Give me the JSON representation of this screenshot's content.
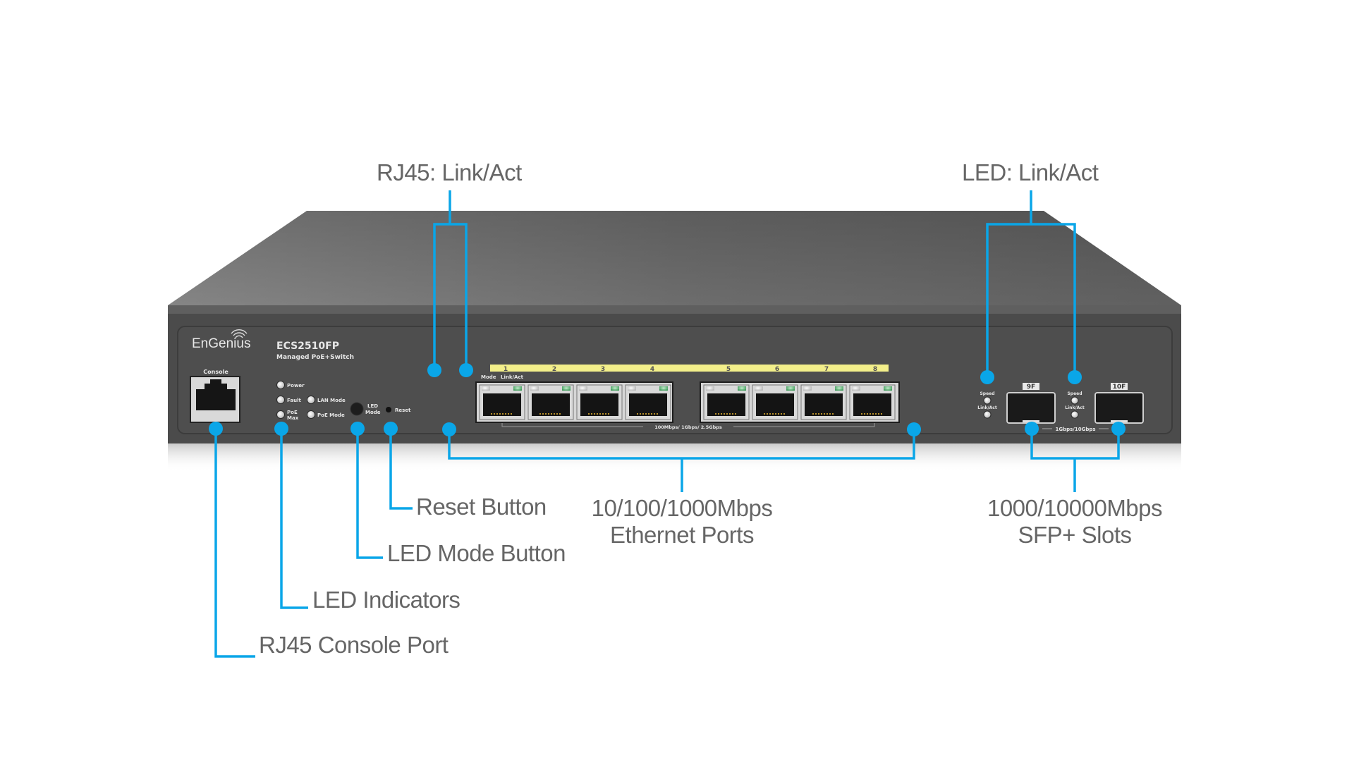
{
  "device": {
    "brand": "EnGenius",
    "model": "ECS2510FP",
    "subtitle": "Managed PoE+Switch",
    "console_label": "Console",
    "leds": {
      "power": "Power",
      "fault": "Fault",
      "poe_max_line1": "PoE",
      "poe_max_line2": "Max",
      "lan_mode": "LAN Mode",
      "poe_mode": "PoE Mode"
    },
    "led_mode_button_line1": "LED",
    "led_mode_button_line2": "Mode",
    "reset_label": "Reset",
    "port_header_mode": "Mode",
    "port_header_linkact": "Link/Act",
    "port_numbers": [
      "1",
      "2",
      "3",
      "4",
      "5",
      "6",
      "7",
      "8"
    ],
    "rj45_speed_label": "100Mbps/ 1Gbps/ 2.5Gbps",
    "sfp_ports": [
      "9F",
      "10F"
    ],
    "sfp_led_speed": "Speed",
    "sfp_led_linkact": "Link/Act",
    "sfp_speed_label": "1Gbps/10Gbps"
  },
  "callouts": {
    "rj45_link_act": "RJ45: Link/Act",
    "led_link_act": "LED: Link/Act",
    "reset_button": "Reset Button",
    "led_mode_button": "LED Mode Button",
    "led_indicators": "LED Indicators",
    "console_port": "RJ45 Console Port",
    "ethernet_ports_line1": "10/100/1000Mbps",
    "ethernet_ports_line2": "Ethernet Ports",
    "sfp_slots_line1": "1000/10000Mbps",
    "sfp_slots_line2": "SFP+ Slots"
  },
  "colors": {
    "callout_blue": "#0aa6e8",
    "callout_text": "#666666",
    "chassis": "#4d4d4d",
    "port_strip": "#f3ef8a"
  }
}
